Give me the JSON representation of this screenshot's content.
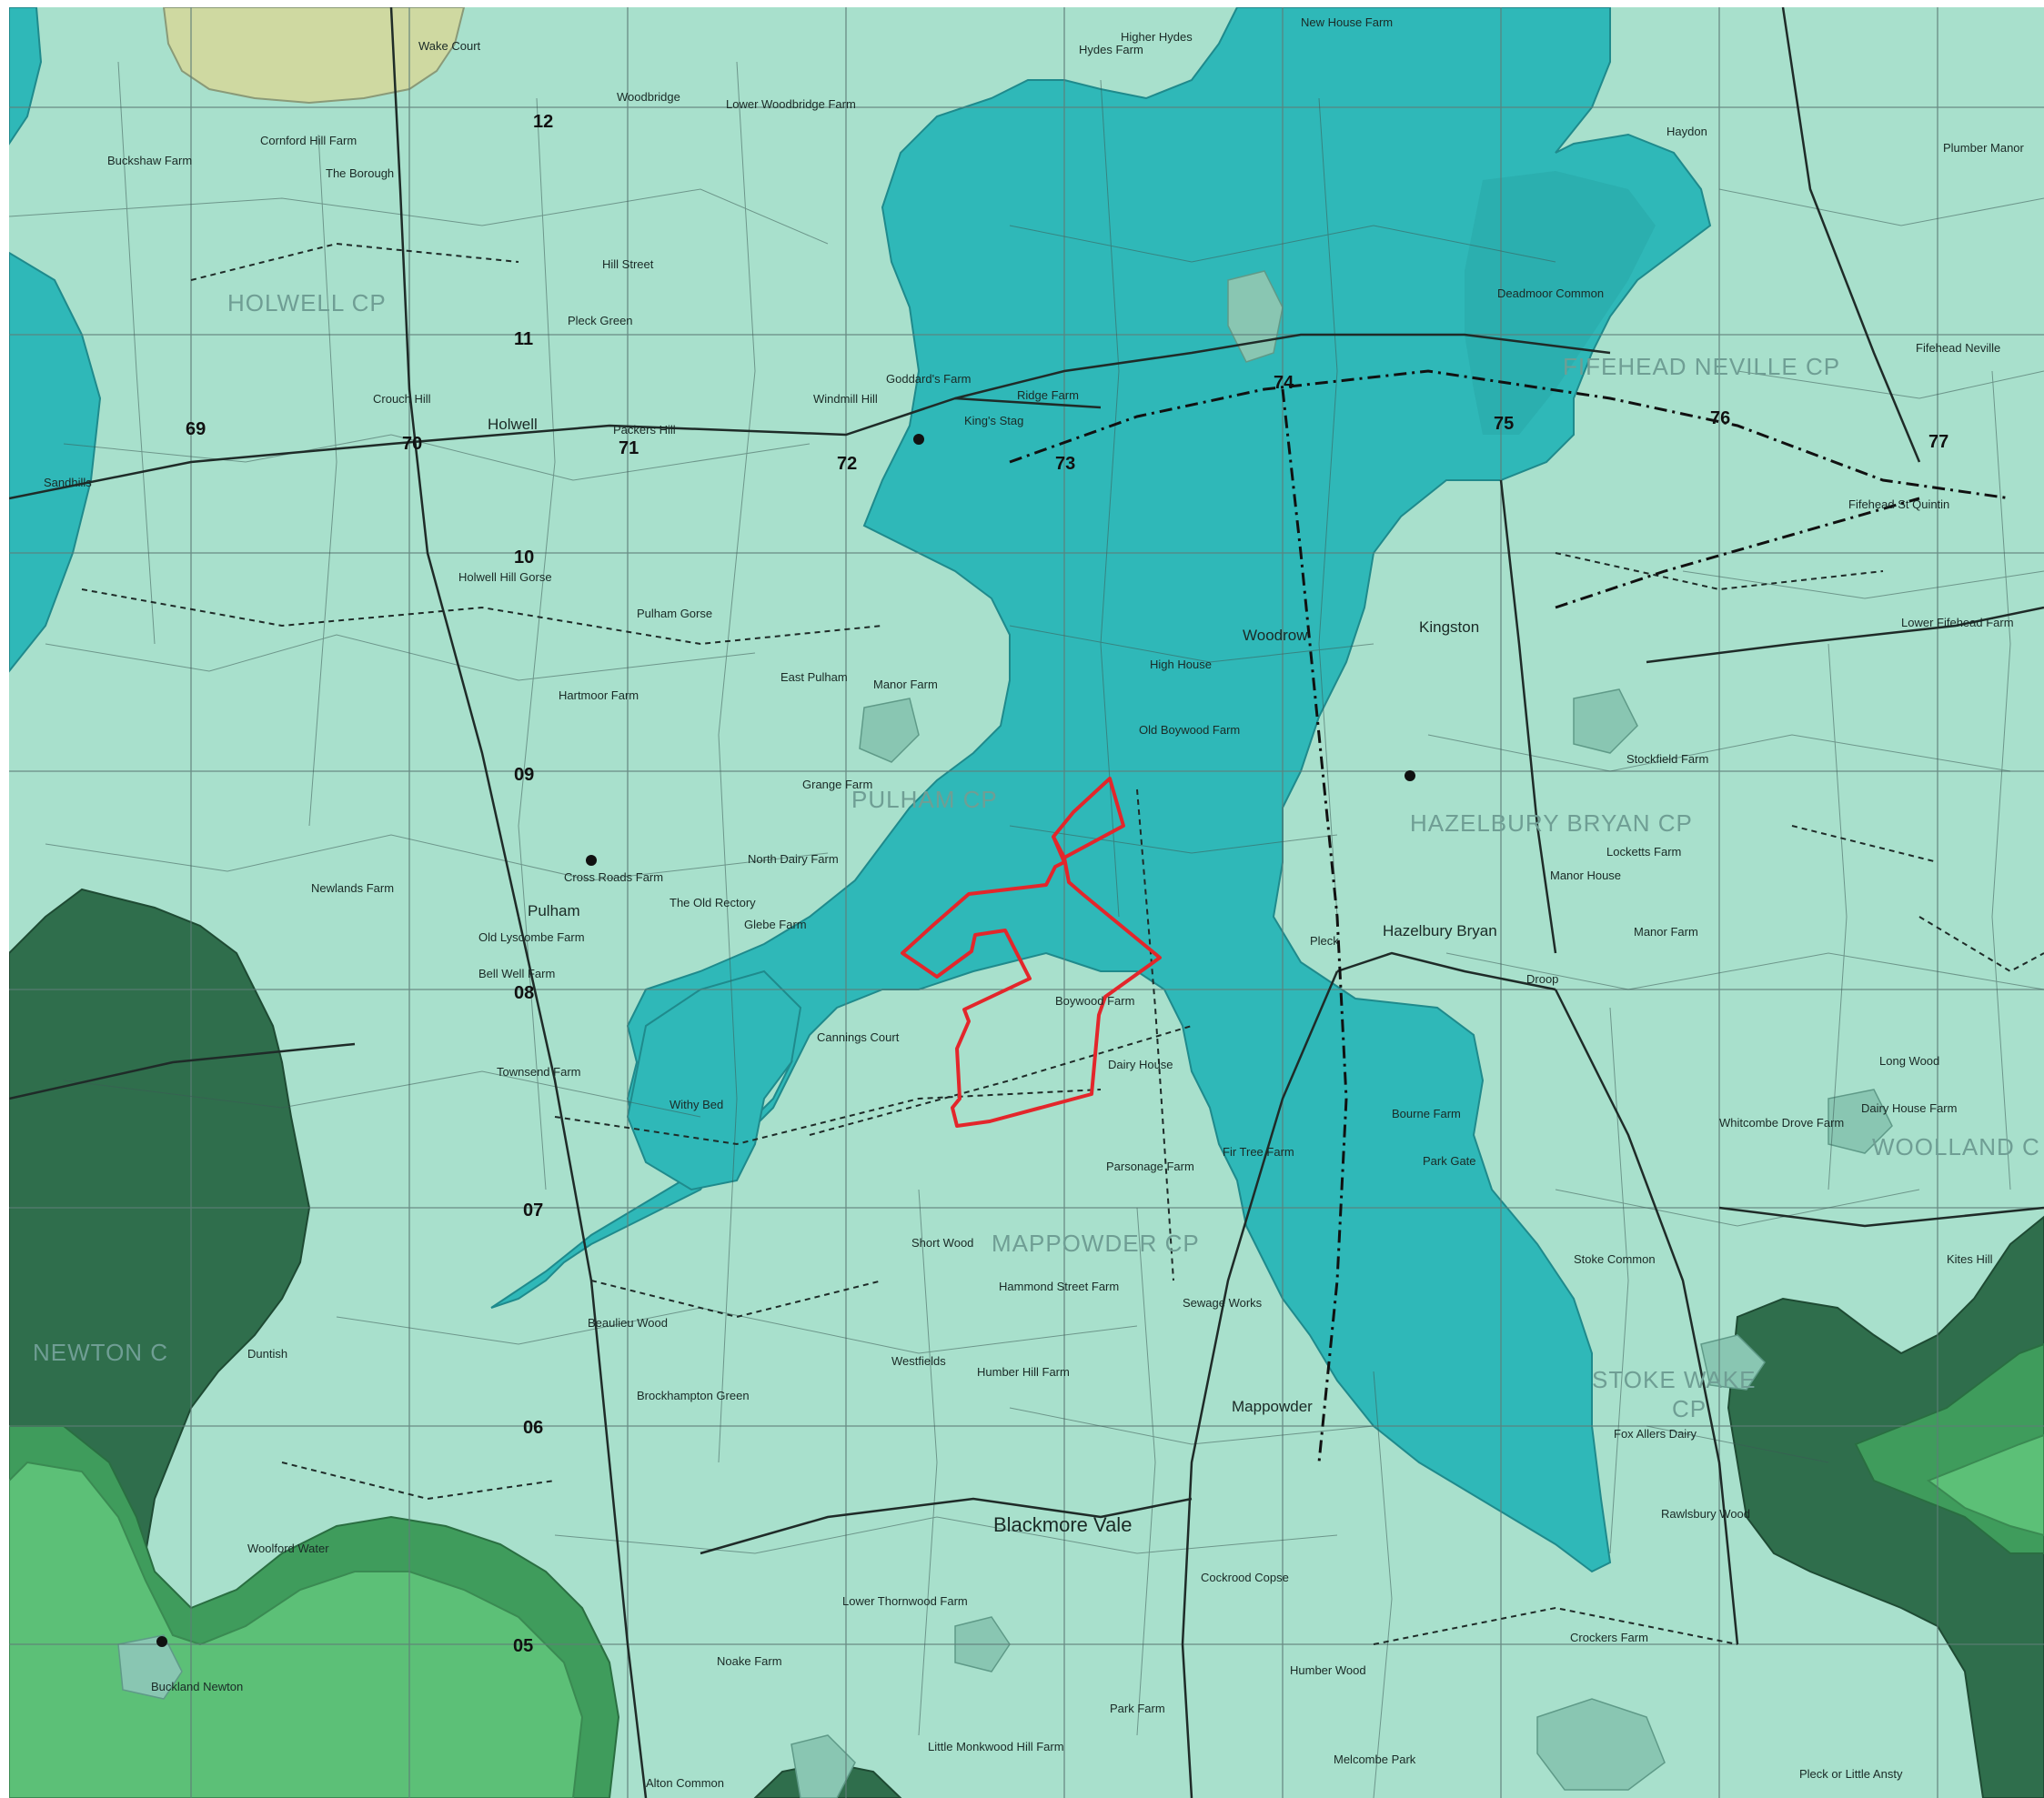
{
  "colors": {
    "base": "#a8e0cc",
    "floodplain": "#2fb8b8",
    "dark_green": "#2f6e4c",
    "mid_green": "#3f9c5c",
    "light_green": "#5cc077",
    "yellow_patch": "#cfd9a1",
    "boundary": "#e3262b",
    "grid_line": "#5f7d78",
    "road": "#1f2b28"
  },
  "grid_labels": {
    "easting": [
      "69",
      "70",
      "71",
      "72",
      "73",
      "74",
      "75",
      "76",
      "77"
    ],
    "northing": [
      "12",
      "11",
      "10",
      "09",
      "08",
      "07",
      "06",
      "05"
    ]
  },
  "parishes": {
    "holwell": "HOLWELL CP",
    "fifehead": "FIFEHEAD NEVILLE CP",
    "pulham": "PULHAM CP",
    "hazelbury": "HAZELBURY BRYAN CP",
    "mappowder": "MAPPOWDER CP",
    "woolland": "WOOLLAND C",
    "newton": "NEWTON C",
    "stoke_wake": "STOKE WAKE",
    "stoke_wake_cp": "CP"
  },
  "places": {
    "holwell": "Holwell",
    "kings_stag": "King's Stag",
    "pulham": "Pulham",
    "hazelbury_bryan": "Hazelbury Bryan",
    "kingston": "Kingston",
    "woodrow": "Woodrow",
    "mappowder": "Mappowder",
    "blackmore_vale": "Blackmore Vale",
    "east_pulham": "East Pulham",
    "buckland_newton": "Buckland Newton",
    "woodbridge": "Woodbridge",
    "the_borough": "The Borough",
    "haydon": "Haydon",
    "fifehead_st_quintin": "Fifehead St Quintin",
    "packers_hill": "Packers Hill",
    "droop": "Droop",
    "pleck": "Pleck",
    "park_gate": "Park Gate",
    "westfields": "Westfields",
    "beaulieu_wood": "Beaulieu Wood",
    "brockhampton_green": "Brockhampton Green",
    "sandhills": "Sandhills",
    "manor_farm": "Manor Farm",
    "boywood_farm": "Boywood Farm",
    "dairy_house": "Dairy House",
    "cannings_court": "Cannings Court",
    "withy_bed": "Withy Bed",
    "parsonage_farm": "Parsonage Farm",
    "fir_tree_farm": "Fir Tree Farm",
    "bourne_farm": "Bourne Farm",
    "deadmoor_common": "Deadmoor Common",
    "ridge_farm": "Ridge Farm",
    "grange_farm": "Grange Farm",
    "cross_roads_farm": "Cross Roads Farm",
    "old_boywood_farm": "Old Boywood Farm",
    "high_house": "High House",
    "stockfield_farm": "Stockfield Farm",
    "manor_farm_se": "Manor Farm",
    "short_wood": "Short Wood",
    "hammond_street_farm": "Hammond Street Farm",
    "humber_hill_farm": "Humber Hill Farm",
    "little_monkwood_hill_farm": "Little Monkwood Hill Farm",
    "melcombe_park": "Melcombe Park",
    "alton_common": "Alton Common",
    "pleck_or_little_ansty": "Pleck or Little Ansty",
    "woolford_water": "Woolford Water",
    "duntish": "Duntish",
    "lower_thornwood_farm": "Lower Thornwood Farm",
    "cockrood_copse": "Cockrood Copse",
    "whitcombe_drove_farm": "Whitcombe Drove Farm",
    "dairy_house_farm": "Dairy House Farm",
    "lower_fifehead_farm": "Lower Fifehead Farm",
    "fifehead_neville": "Fifehead Neville",
    "wake_court": "Wake Court",
    "plumber_manor": "Plumber Manor",
    "new_house_farm": "New House Farm",
    "higher_hydes": "Higher Hydes",
    "hydes_farm": "Hydes Farm",
    "lower_woodbridge_farm": "Lower Woodbridge Farm",
    "cornford_hill_farm": "Cornford Hill Farm",
    "buckshaw_farm": "Buckshaw Farm",
    "pleck_green": "Pleck Green",
    "hill_street": "Hill Street",
    "crouch_hill": "Crouch Hill",
    "hartmoor_farm": "Hartmoor Farm",
    "north_dairy_farm": "North Dairy Farm",
    "the_old_rectory": "The Old Rectory",
    "glebe_farm": "Glebe Farm",
    "old_lyscombe_farm": "Old Lyscombe Farm",
    "newlands_farm": "Newlands Farm",
    "bell_well_farm": "Bell Well Farm",
    "townsend_farm": "Townsend Farm",
    "sewage_works": "Sewage Works",
    "lockets_farm": "Locketts Farm",
    "manor_house": "Manor House",
    "kites_hill": "Kites Hill",
    "long_wood": "Long Wood",
    "stoke_common": "Stoke Common",
    "fox_allers_dairy": "Fox Allers Dairy",
    "rawlsbury_wood": "Rawlsbury Wood",
    "crockers_farm": "Crockers Farm",
    "humber_wood": "Humber Wood",
    "park_farm": "Park Farm",
    "noake_farm": "Noake Farm",
    "holwell_hill_gorse": "Holwell Hill Gorse",
    "pulham_gorse": "Pulham Gorse",
    "goddards_farm": "Goddard's Farm",
    "windmill_hill": "Windmill Hill"
  }
}
